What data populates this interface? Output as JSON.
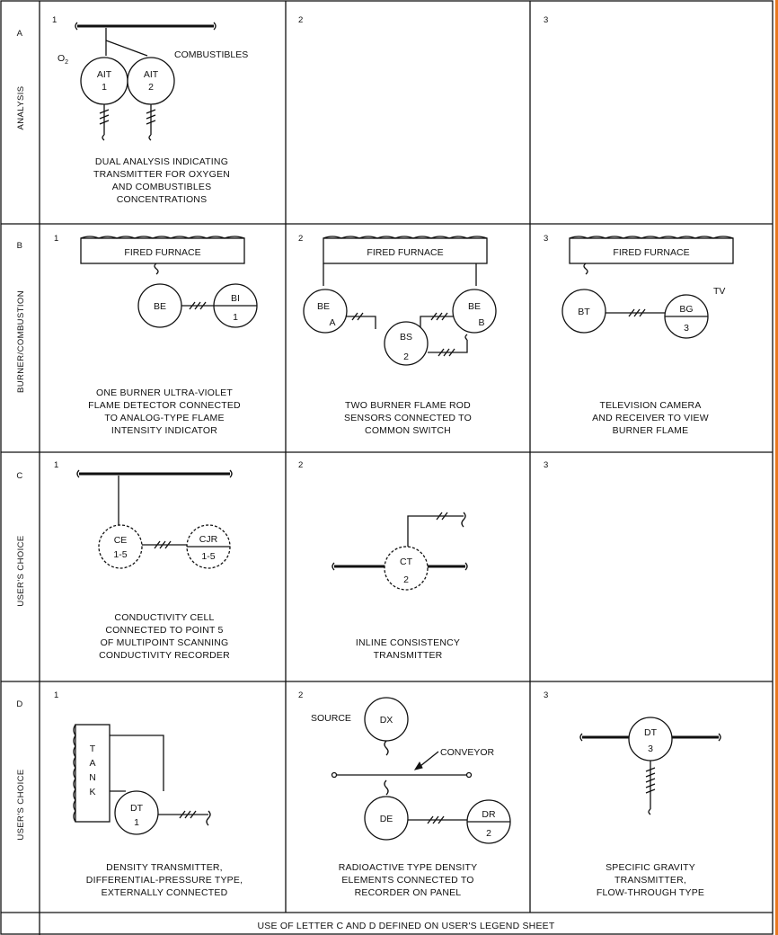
{
  "rows": [
    {
      "letter": "A",
      "name": "ANALYSIS"
    },
    {
      "letter": "B",
      "name": "BURNER/COMBUSTION"
    },
    {
      "letter": "C",
      "name": "USER'S CHOICE"
    },
    {
      "letter": "D",
      "name": "USER'S CHOICE"
    }
  ],
  "cells": {
    "a1": {
      "num": "1",
      "caption": [
        "DUAL ANALYSIS INDICATING",
        "TRANSMITTER FOR OXYGEN",
        "AND COMBUSTIBLES",
        "CONCENTRATIONS"
      ],
      "o2": "O",
      "o2_sub": "2",
      "combustibles": "COMBUSTIBLES",
      "ait": "AIT",
      "ait1": "1",
      "ait2": "2"
    },
    "a2": {
      "num": "2"
    },
    "a3": {
      "num": "3"
    },
    "b1": {
      "num": "1",
      "furnace": "FIRED FURNACE",
      "be": "BE",
      "bi": "BI",
      "bi_num": "1",
      "caption": [
        "ONE BURNER ULTRA-VIOLET",
        "FLAME DETECTOR CONNECTED",
        "TO ANALOG-TYPE FLAME",
        "INTENSITY INDICATOR"
      ]
    },
    "b2": {
      "num": "2",
      "furnace": "FIRED FURNACE",
      "be": "BE",
      "be_a": "A",
      "be_b": "B",
      "bs": "BS",
      "bs_num": "2",
      "caption": [
        "TWO BURNER FLAME ROD",
        "SENSORS CONNECTED TO",
        "COMMON SWITCH"
      ]
    },
    "b3": {
      "num": "3",
      "furnace": "FIRED FURNACE",
      "bt": "BT",
      "bg": "BG",
      "bg_num": "3",
      "tv": "TV",
      "caption": [
        "TELEVISION CAMERA",
        "AND RECEIVER TO VIEW",
        "BURNER FLAME"
      ]
    },
    "c1": {
      "num": "1",
      "ce": "CE",
      "ce_num": "1-5",
      "cjr": "CJR",
      "cjr_num": "1-5",
      "caption": [
        "CONDUCTIVITY CELL",
        "CONNECTED TO POINT 5",
        "OF MULTIPOINT SCANNING",
        "CONDUCTIVITY RECORDER"
      ]
    },
    "c2": {
      "num": "2",
      "ct": "CT",
      "ct_num": "2",
      "caption": [
        "INLINE CONSISTENCY",
        "TRANSMITTER"
      ]
    },
    "c3": {
      "num": "3"
    },
    "d1": {
      "num": "1",
      "tank": [
        "T",
        "A",
        "N",
        "K"
      ],
      "dt": "DT",
      "dt_num": "1",
      "caption": [
        "DENSITY TRANSMITTER,",
        "DIFFERENTIAL-PRESSURE TYPE,",
        "EXTERNALLY CONNECTED"
      ]
    },
    "d2": {
      "num": "2",
      "source": "SOURCE",
      "dx": "DX",
      "conveyor": "CONVEYOR",
      "de": "DE",
      "dr": "DR",
      "dr_num": "2",
      "caption": [
        "RADIOACTIVE TYPE DENSITY",
        "ELEMENTS CONNECTED TO",
        "RECORDER ON PANEL"
      ]
    },
    "d3": {
      "num": "3",
      "dt": "DT",
      "dt_num": "3",
      "caption": [
        "SPECIFIC GRAVITY",
        "TRANSMITTER,",
        "FLOW-THROUGH TYPE"
      ]
    }
  },
  "footer": "USE OF LETTER C AND D DEFINED ON USER'S LEGEND SHEET"
}
